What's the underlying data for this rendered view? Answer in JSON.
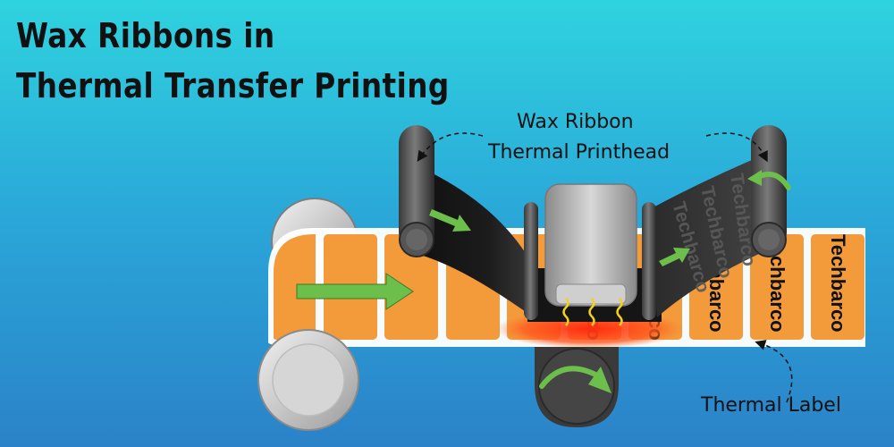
{
  "title": {
    "line1": "Wax Ribbons in",
    "line2": "Thermal Transfer Printing"
  },
  "labels": {
    "wax_ribbon": "Wax Ribbon",
    "thermal_printhead": "Thermal Printhead",
    "thermal_label": "Thermal Label"
  },
  "brand_text": "Techbarco",
  "brand_fragment": "co",
  "colors": {
    "background_top": "#2fd3df",
    "background_bottom": "#2b82c8",
    "label_orange": "#f39a3a",
    "ribbon_black": "#1b1b1b",
    "arrow_green": "#6cbf4b",
    "heat_red": "#ff3b1f"
  },
  "icons": [
    "flow-arrow-icon",
    "curved-arrow-icon",
    "heat-wave-icon"
  ]
}
